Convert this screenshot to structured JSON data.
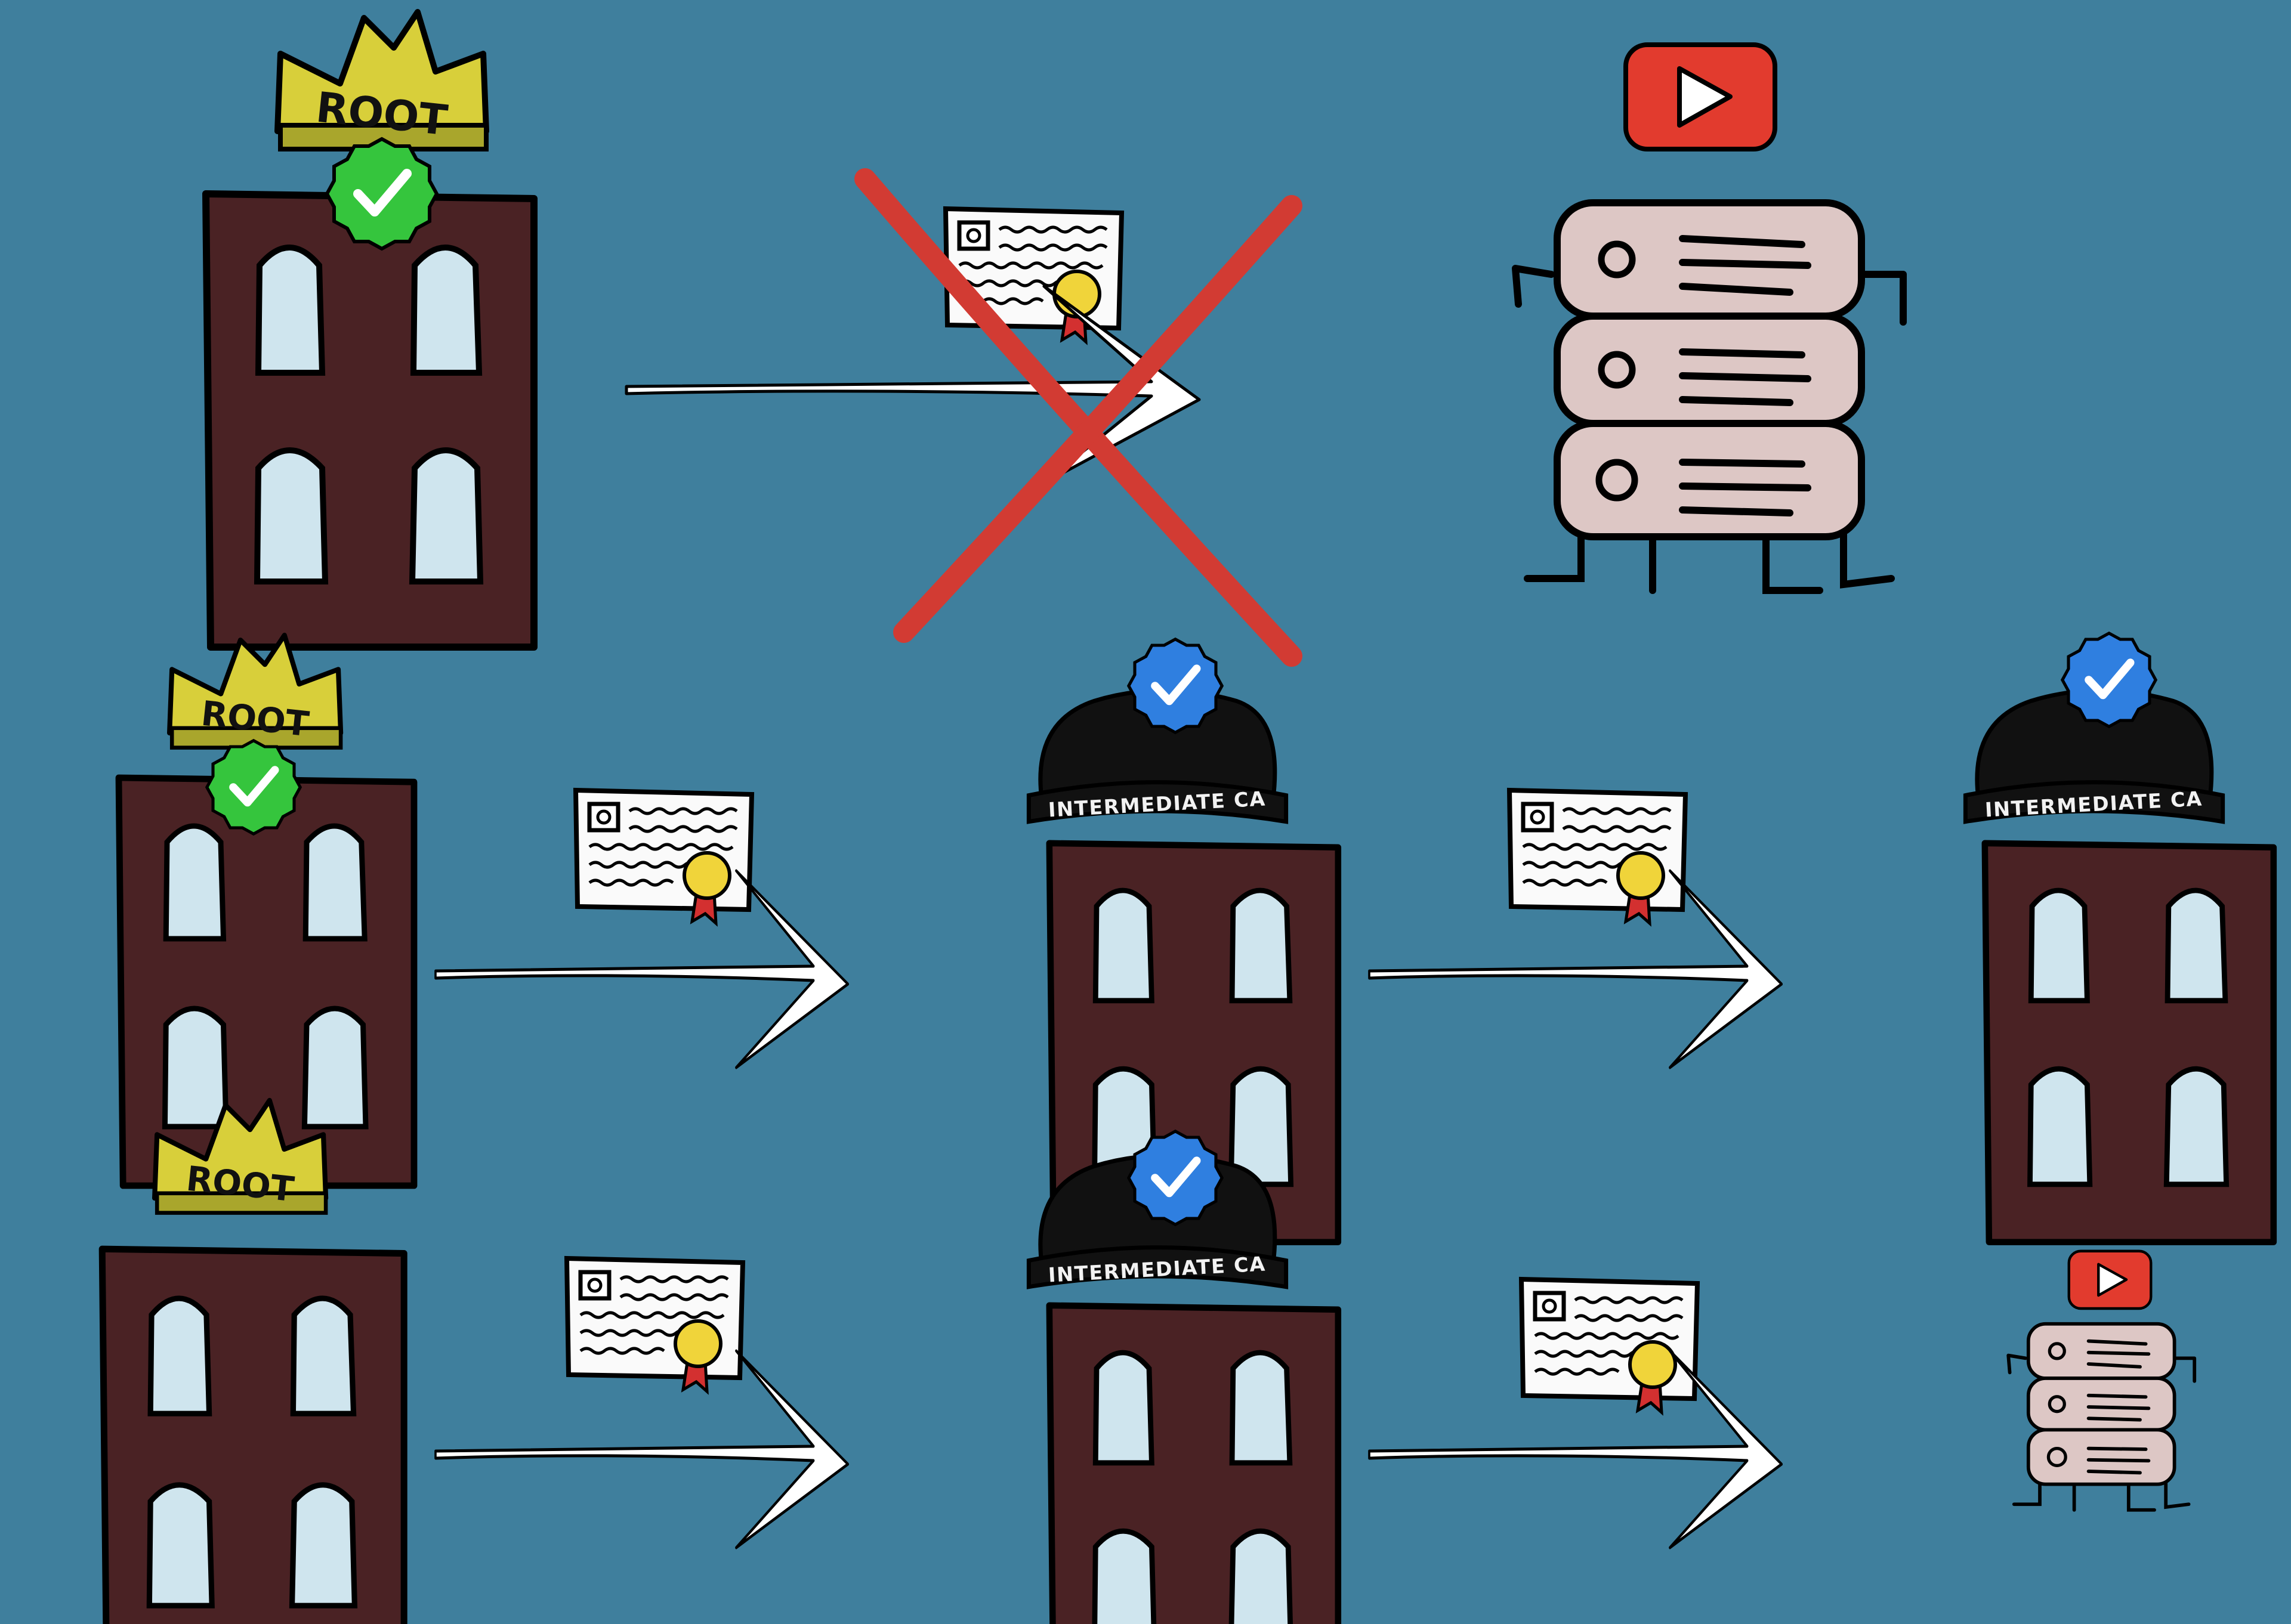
{
  "diagram": {
    "background_color": "#3f7f9d",
    "colors": {
      "building": "#4a2224",
      "window": "#cfe5ee",
      "crown": "#d8cf3a",
      "root_badge": "#35c53d",
      "intermediate_badge": "#2f7fe0",
      "cap": "#111111",
      "server": "#ddc7c5",
      "youtube_red": "#e23b2e",
      "cross": "#d23b33",
      "arrow": "#ffffff",
      "seal": "#f0d43a",
      "ribbon": "#d33030"
    },
    "labels": {
      "root": "ROOT",
      "intermediate_ca": "INTERMEDIATE CA"
    },
    "icons": {
      "verified": "check-badge-icon",
      "certificate": "certificate-icon",
      "youtube": "youtube-play-icon",
      "rejected": "red-x-icon"
    },
    "rows": [
      {
        "id": "row-1",
        "sequence": [
          "root-ca",
          "certificate",
          "server"
        ],
        "root_verified": true,
        "blocked": true
      },
      {
        "id": "row-2",
        "sequence": [
          "root-ca",
          "certificate",
          "intermediate-ca",
          "certificate",
          "intermediate-ca"
        ],
        "root_verified": true,
        "blocked": false
      },
      {
        "id": "row-3",
        "sequence": [
          "root-ca",
          "certificate",
          "intermediate-ca",
          "certificate",
          "server"
        ],
        "root_verified": false,
        "blocked": false
      }
    ]
  }
}
